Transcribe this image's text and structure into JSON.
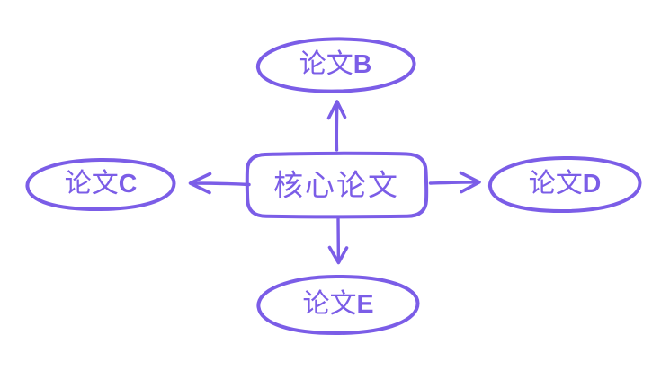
{
  "diagram": {
    "title": "citation-mindmap",
    "center_node": {
      "label": "核心论文"
    },
    "satellite_nodes": [
      {
        "prefix": "论文",
        "letter": "B",
        "position": "top"
      },
      {
        "prefix": "论文",
        "letter": "C",
        "position": "left"
      },
      {
        "prefix": "论文",
        "letter": "D",
        "position": "right"
      },
      {
        "prefix": "论文",
        "letter": "E",
        "position": "bottom"
      }
    ],
    "edges": [
      {
        "from": "核心论文",
        "to": "论文B",
        "direction": "up"
      },
      {
        "from": "核心论文",
        "to": "论文C",
        "direction": "left"
      },
      {
        "from": "核心论文",
        "to": "论文D",
        "direction": "right"
      },
      {
        "from": "核心论文",
        "to": "论文E",
        "direction": "down"
      }
    ],
    "colors": {
      "accent": "#7B5DE7",
      "background": "#FFFFFF"
    }
  }
}
